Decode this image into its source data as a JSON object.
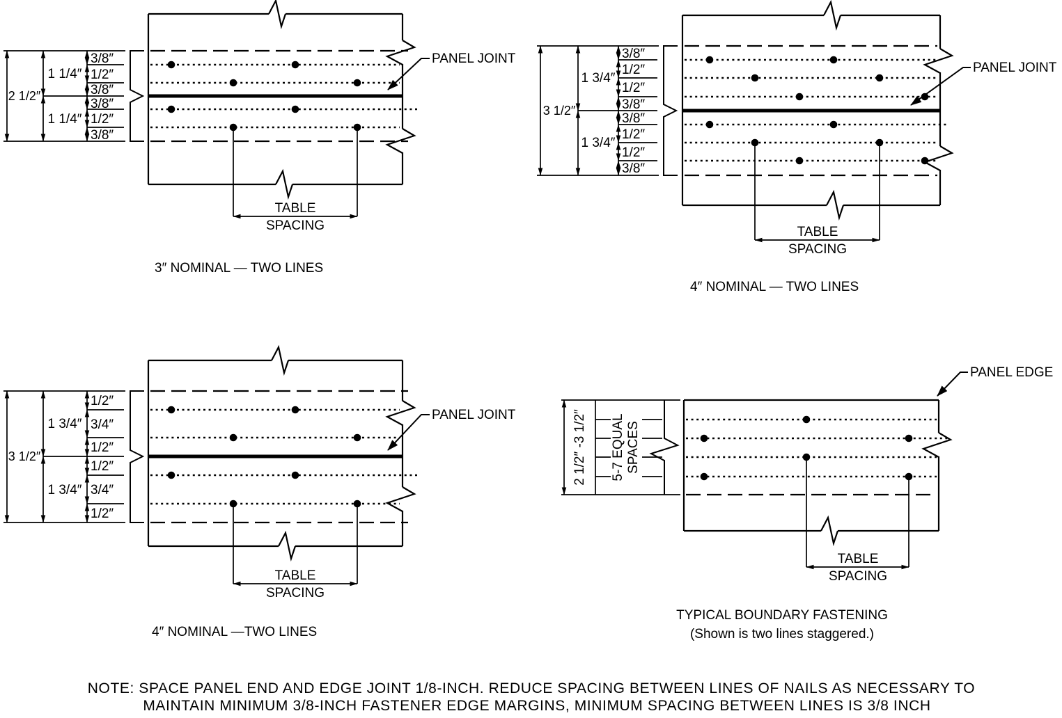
{
  "labels": {
    "panel_joint": "PANEL JOINT",
    "panel_edge": "PANEL EDGE",
    "table": "TABLE",
    "spacing": "SPACING"
  },
  "d1": {
    "caption": "3″ NOMINAL — TWO LINES",
    "overall": "2 1/2″",
    "upper_half": "1 1/4″",
    "lower_half": "1 1/4″",
    "subs": [
      "3/8″",
      "1/2″",
      "3/8″",
      "3/8″",
      "1/2″",
      "3/8″"
    ]
  },
  "d2": {
    "caption": "4″ NOMINAL — TWO LINES",
    "overall": "3 1/2″",
    "upper_half": "1 3/4″",
    "lower_half": "1 3/4″",
    "subs": [
      "3/8″",
      "1/2″",
      "1/2″",
      "3/8″",
      "3/8″",
      "1/2″",
      "1/2″",
      "3/8″"
    ]
  },
  "d3": {
    "caption": "4″ NOMINAL —TWO LINES",
    "overall": "3 1/2″",
    "upper_half": "1 3/4″",
    "lower_half": "1 3/4″",
    "subs": [
      "1/2″",
      "3/4″",
      "1/2″",
      "1/2″",
      "3/4″",
      "1/2″"
    ]
  },
  "d4": {
    "caption_line1": "TYPICAL BOUNDARY FASTENING",
    "caption_line2": "(Shown is two lines staggered.)",
    "range": "2 1/2″ -3 1/2″",
    "equal_spaces_line1": "5-7 EQUAL",
    "equal_spaces_line2": "SPACES"
  },
  "note": {
    "line1": "NOTE: SPACE PANEL END AND EDGE JOINT 1/8-INCH. REDUCE SPACING BETWEEN LINES OF NAILS AS NECESSARY TO",
    "line2": "MAINTAIN MINIMUM 3/8-INCH FASTENER EDGE MARGINS, MINIMUM SPACING BETWEEN LINES IS 3/8 INCH"
  }
}
